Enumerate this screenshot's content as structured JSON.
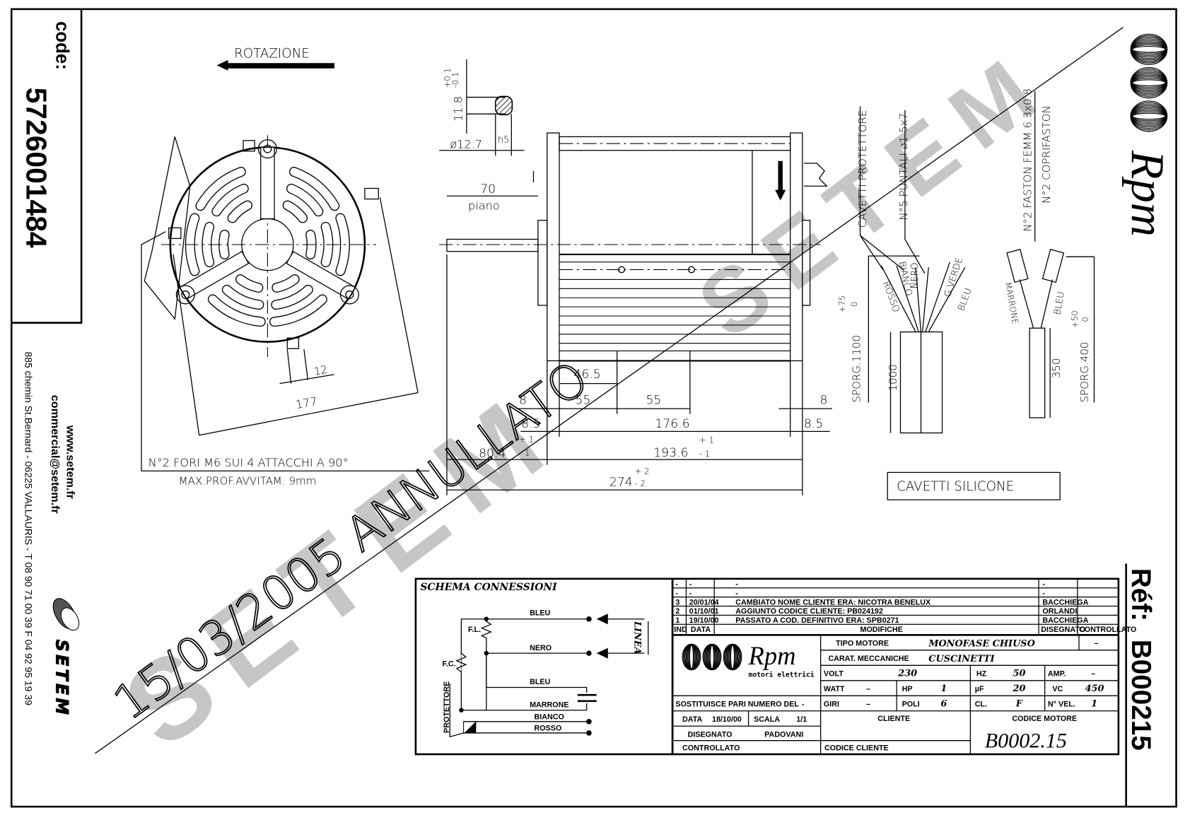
{
  "left_strip": {
    "code_label": "code:",
    "code": "5726001484",
    "website": "www.setem.fr",
    "email": "commercial@setem.fr",
    "address": "885 chemin St.Bernard  -  06225 VALLAURIS  -  T 08 90 71 00 39   F 04 92 95 19 39",
    "brand": "SETEM"
  },
  "right_strip": {
    "logo_text": "Rpm",
    "ref_label": "Réf:",
    "ref_value": "B000215"
  },
  "front_view": {
    "rotation_label": "ROTAZIONE",
    "dim_177": "177",
    "dim_12": "12",
    "holes_note": "N°2 FORI M6 SUI 4 ATTACCHI A 90°",
    "depth_note": "MAX.PROF.AVVITAM. 9mm"
  },
  "shaft_detail": {
    "flat": "11.8",
    "flat_tol_plus": "+0.1",
    "flat_tol_minus": "-0.1",
    "diameter": "ø12.7",
    "fit": "h5",
    "flat_length": "70",
    "flat_label": "piano"
  },
  "side_view": {
    "dim_46_5": "46.5",
    "dim_55a": "55",
    "dim_55b": "55",
    "dim_8_left": "8",
    "dim_8_right": "8",
    "dim_8_5_left": "8.5",
    "dim_176_6": "176.6",
    "dim_8_5_right": "8.5",
    "dim_80_4": "80.4",
    "dim_80_4_tol_plus": "+ 1",
    "dim_80_4_tol_minus": "- 1",
    "dim_193_6": "193.6",
    "dim_193_6_tol_plus": "+ 1",
    "dim_193_6_tol_minus": "- 1",
    "dim_274": "274",
    "dim_274_tol_plus": "+ 2",
    "dim_274_tol_minus": "- 2"
  },
  "wiring": {
    "protector_leads": "CAVETTI PROTETTORE",
    "terminals": "N°5 PUNTALI ø1.5x7",
    "faston": "N°2 FASTON FEMM.6.3x0.8",
    "faston_cover": "N°2 COPRIFASTON",
    "wire_rosso": "ROSSO",
    "wire_bianco": "BIANCO",
    "wire_nero": "NERO",
    "wire_gverde": "G.VERDE",
    "wire_bleu": "BLEU",
    "wire_marrone": "MARRONE",
    "wire_bleu2": "BLEU",
    "sporg_1100": "SPORG.1100",
    "sporg_1100_tol_plus": "+75",
    "sporg_1100_tol_minus": "0",
    "len_1000": "1000",
    "len_350": "350",
    "sporg_400": "SPORG.400",
    "sporg_400_tol_plus": "+50",
    "sporg_400_tol_minus": "0",
    "silicone_note": "CAVETTI SILICONE"
  },
  "watermark": {
    "stamp": "15/03/2005 ANNULLATO",
    "brand": "SETEM"
  },
  "schema": {
    "title": "SCHEMA CONNESSIONI",
    "bleu_top": "BLEU",
    "nero": "NERO",
    "bleu_cap": "BLEU",
    "marrone": "MARRONE",
    "bianco": "BIANCO",
    "rosso": "ROSSO",
    "fl": "F.L.",
    "fc": "F.C.",
    "protettore": "PROTETTORE",
    "linea": "LINEA"
  },
  "title_block": {
    "revisions": [
      {
        "ind": "-",
        "data": "-",
        "modifica": "-",
        "disegnato": "-",
        "controllato": ""
      },
      {
        "ind": "-",
        "data": "-",
        "modifica": "-",
        "disegnato": "-",
        "controllato": ""
      },
      {
        "ind": "3",
        "data": "20/01/04",
        "modifica": "CAMBIATO NOME CLIENTE ERA: NICOTRA BENELUX",
        "disegnato": "BACCHIEGA",
        "controllato": ""
      },
      {
        "ind": "2",
        "data": "01/10/01",
        "modifica": "AGGIUNTO CODICE CLIENTE: PB024192",
        "disegnato": "ORLANDI",
        "controllato": ""
      },
      {
        "ind": "1",
        "data": "19/10/00",
        "modifica": "PASSATO A COD. DEFINITIVO ERA: SPB0271",
        "disegnato": "BACCHIEGA",
        "controllato": ""
      }
    ],
    "header": {
      "ind": "IND",
      "data": "DATA",
      "modifiche": "MODIFICHE",
      "disegnato": "DISEGNATO",
      "controllato": "CONTROLLATO"
    },
    "logo_text": "Rpm",
    "logo_sub": "motori elettrici",
    "tipo_motore_label": "TIPO MOTORE",
    "tipo_motore": "MONOFASE CHIUSO",
    "tipo_motore_extra": "–",
    "carat_label": "CARAT. MECCANICHE",
    "carat": "CUSCINETTI",
    "volt_label": "VOLT",
    "volt": "230",
    "hz_label": "HZ",
    "hz": "50",
    "amp_label": "AMP.",
    "amp": "–",
    "watt_label": "WATT",
    "watt": "–",
    "hp_label": "HP",
    "hp": "1",
    "uf_label": "µF",
    "uf": "20",
    "vc_label": "VC",
    "vc": "450",
    "giri_label": "GIRI",
    "giri": "–",
    "poli_label": "POLI",
    "poli": "6",
    "cl_label": "CL.",
    "cl": "F",
    "nvel_label": "N° VEL.",
    "nvel": "1",
    "sostituisce_label": "SOSTITUISCE PARI NUMERO DEL",
    "sostituisce": "-",
    "data_label": "DATA",
    "data": "18/10/00",
    "scala_label": "SCALA",
    "scala": "1/1",
    "disegnato_label": "DISEGNATO",
    "disegnato": "PADOVANI",
    "controllato_label": "CONTROLLATO",
    "cliente_label": "CLIENTE",
    "codice_cliente_label": "CODICE CLIENTE",
    "codice_motore_label": "CODICE MOTORE",
    "codice_motore": "B0002.15"
  }
}
